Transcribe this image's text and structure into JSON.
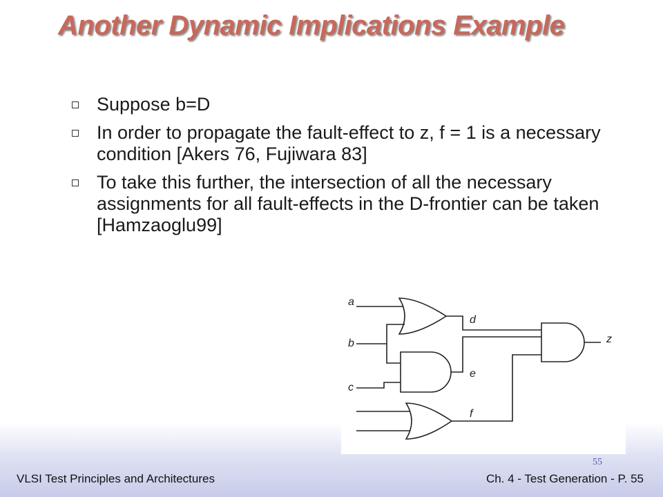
{
  "title": "Another Dynamic Implications Example",
  "bullets": [
    "Suppose b=D",
    "In order to propagate the fault-effect to z, f = 1 is a necessary condition [Akers 76, Fujiwara 83]",
    "To take this further, the intersection of all the necessary assignments for all fault-effects in the D-frontier can be taken [Hamzaoglu99]"
  ],
  "circuit": {
    "inputs": [
      "a",
      "b",
      "c"
    ],
    "signals": [
      "d",
      "e",
      "f"
    ],
    "output": "z"
  },
  "footer": {
    "left": "VLSI Test Principles and Architectures",
    "right": "Ch. 4 - Test Generation - P. 55",
    "page_number": "55"
  }
}
